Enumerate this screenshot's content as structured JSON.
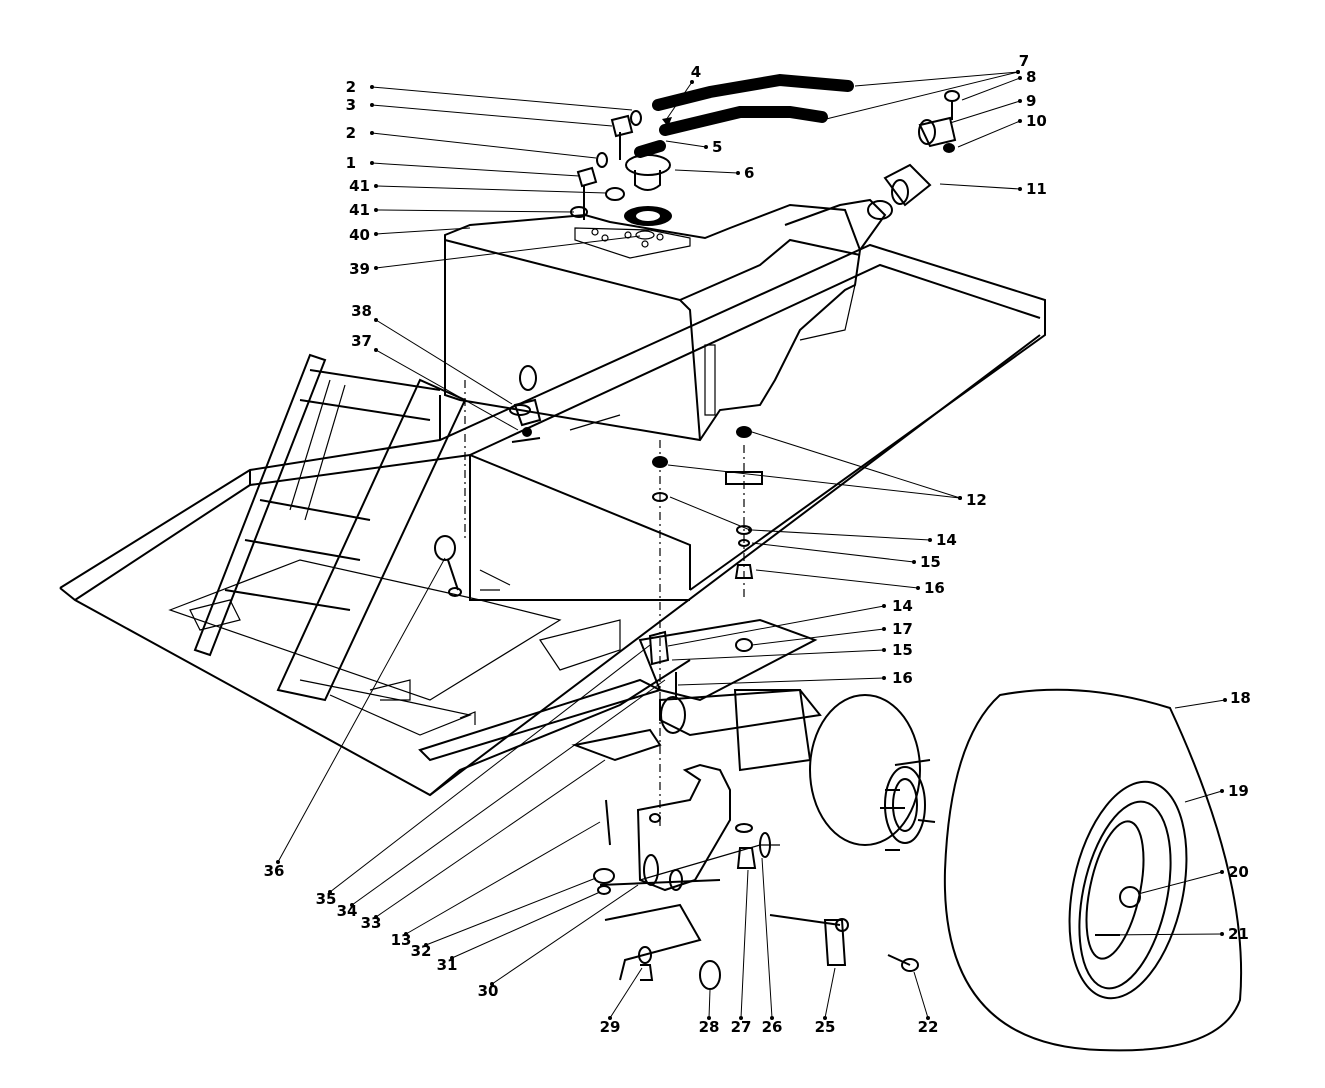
{
  "diagram": {
    "type": "exploded parts diagram",
    "callouts": [
      {
        "id": "c2a",
        "text": "2"
      },
      {
        "id": "c3",
        "text": "3"
      },
      {
        "id": "c2b",
        "text": "2"
      },
      {
        "id": "c1",
        "text": "1"
      },
      {
        "id": "c41a",
        "text": "41"
      },
      {
        "id": "c41b",
        "text": "41"
      },
      {
        "id": "c40",
        "text": "40"
      },
      {
        "id": "c39",
        "text": "39"
      },
      {
        "id": "c4",
        "text": "4"
      },
      {
        "id": "c5",
        "text": "5"
      },
      {
        "id": "c6",
        "text": "6"
      },
      {
        "id": "c7",
        "text": "7"
      },
      {
        "id": "c8",
        "text": "8"
      },
      {
        "id": "c9",
        "text": "9"
      },
      {
        "id": "c10",
        "text": "10"
      },
      {
        "id": "c11",
        "text": "11"
      },
      {
        "id": "c38",
        "text": "38"
      },
      {
        "id": "c37",
        "text": "37"
      },
      {
        "id": "c12",
        "text": "12"
      },
      {
        "id": "c14a",
        "text": "14"
      },
      {
        "id": "c15a",
        "text": "15"
      },
      {
        "id": "c16a",
        "text": "16"
      },
      {
        "id": "c14b",
        "text": "14"
      },
      {
        "id": "c17",
        "text": "17"
      },
      {
        "id": "c15b",
        "text": "15"
      },
      {
        "id": "c16b",
        "text": "16"
      },
      {
        "id": "c18",
        "text": "18"
      },
      {
        "id": "c19",
        "text": "19"
      },
      {
        "id": "c20",
        "text": "20"
      },
      {
        "id": "c21",
        "text": "21"
      },
      {
        "id": "c36",
        "text": "36"
      },
      {
        "id": "c35",
        "text": "35"
      },
      {
        "id": "c34",
        "text": "34"
      },
      {
        "id": "c33",
        "text": "33"
      },
      {
        "id": "c13",
        "text": "13"
      },
      {
        "id": "c32",
        "text": "32"
      },
      {
        "id": "c31",
        "text": "31"
      },
      {
        "id": "c30",
        "text": "30"
      },
      {
        "id": "c29",
        "text": "29"
      },
      {
        "id": "c28",
        "text": "28"
      },
      {
        "id": "c27",
        "text": "27"
      },
      {
        "id": "c26",
        "text": "26"
      },
      {
        "id": "c25",
        "text": "25"
      },
      {
        "id": "c22",
        "text": "22"
      }
    ]
  }
}
